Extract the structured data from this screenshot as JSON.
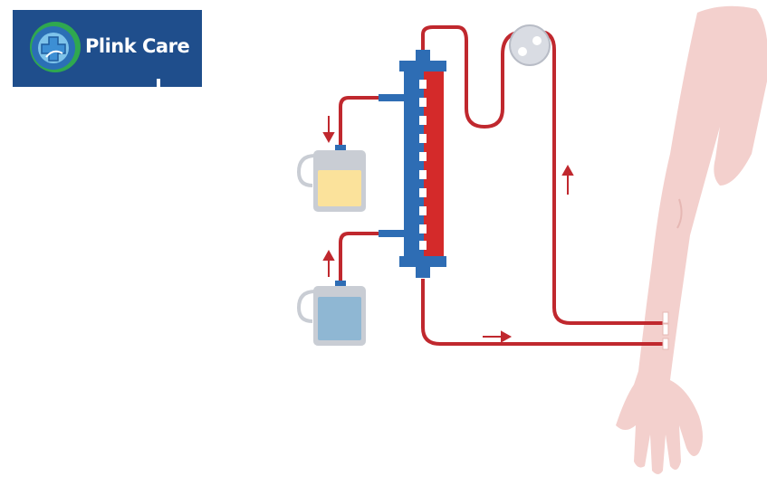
{
  "brand": {
    "name": "Plink Care",
    "icon": "plus-cross-icon",
    "bg_color": "#1f4e8c"
  },
  "diagram": {
    "colors": {
      "blood_line": "#c0282e",
      "dialyzer_blue": "#2e6db4",
      "dialyzer_red": "#d42a2a",
      "used_fluid": "#fbe29b",
      "fresh_fluid": "#8fb7d3",
      "skin": "#f3d0cd",
      "pump": "#d9dce3"
    },
    "components": [
      "dialyzer",
      "blood-pump",
      "used-dialysate-container",
      "fresh-dialysate-container",
      "patient-arm",
      "arterial-line",
      "venous-line"
    ]
  }
}
